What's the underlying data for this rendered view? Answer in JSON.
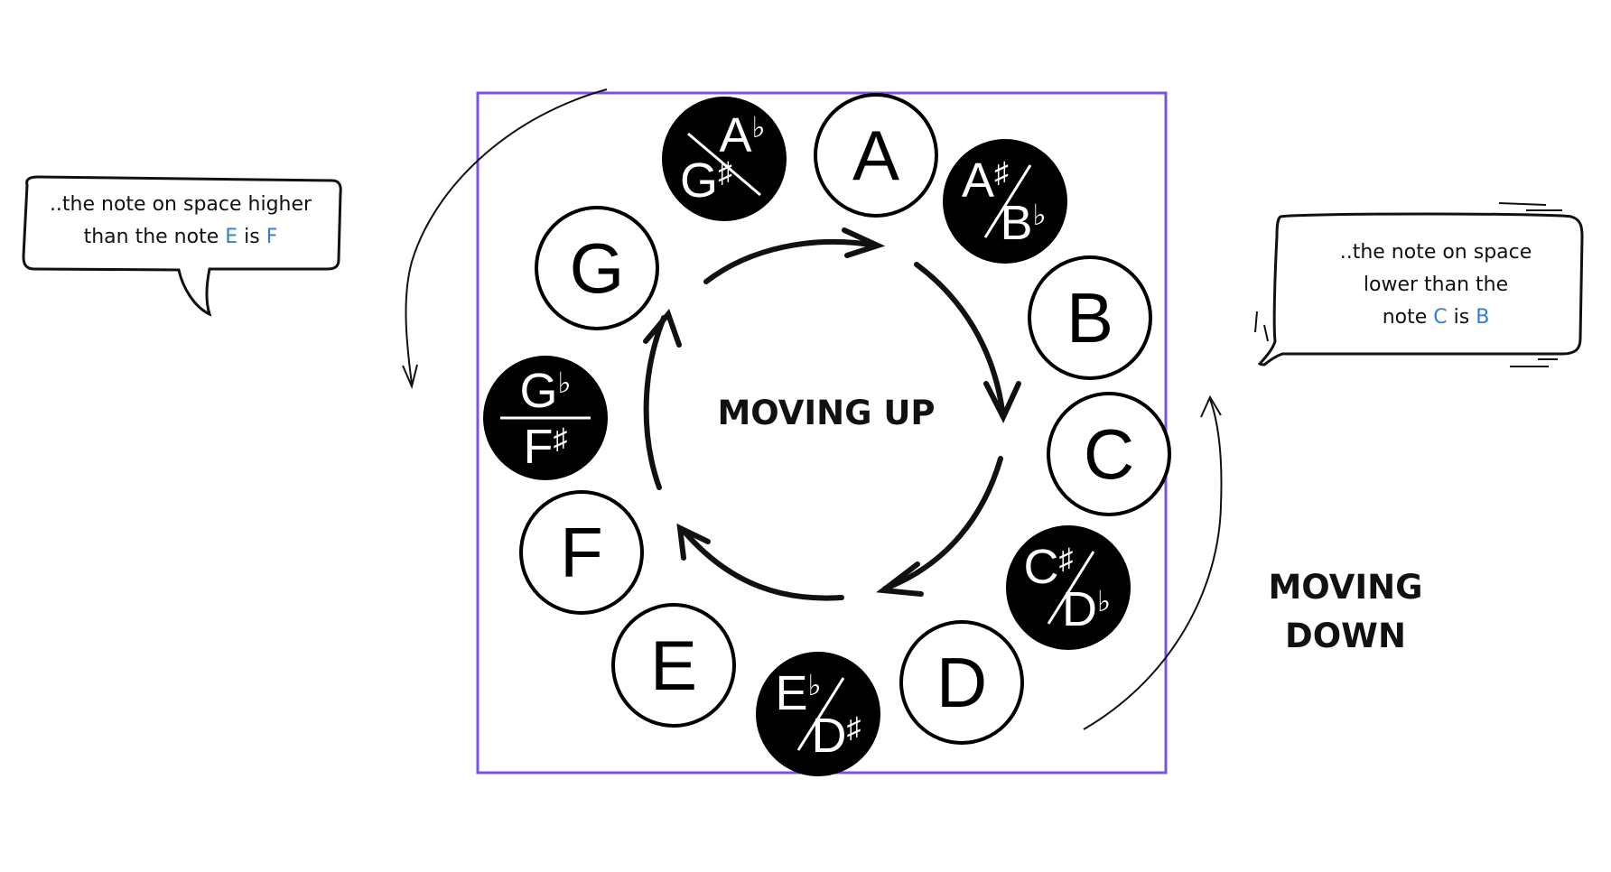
{
  "center_label": "MOVING UP",
  "side_label": [
    "MOVING",
    "DOWN"
  ],
  "frame_color": "#7b52e6",
  "highlight_color": "#2f7fd6",
  "bubble_left": {
    "line1": "..the note on space higher",
    "line2_prefix": "than the note",
    "line2_note1": "E",
    "line2_mid": "is",
    "line2_note2": "F"
  },
  "bubble_right": {
    "line1": "..the note on space",
    "line2": "lower than the",
    "line3_prefix": "note",
    "line3_note1": "C",
    "line3_mid": "is",
    "line3_note2": "B"
  },
  "notes": [
    {
      "id": "a",
      "kind": "natural",
      "label": "A"
    },
    {
      "id": "a-sharp",
      "kind": "slash",
      "top": "A",
      "top_acc": "♯",
      "bottom": "B",
      "bottom_acc": "♭"
    },
    {
      "id": "b",
      "kind": "natural",
      "label": "B"
    },
    {
      "id": "c",
      "kind": "natural",
      "label": "C"
    },
    {
      "id": "c-sharp",
      "kind": "slash",
      "top": "C",
      "top_acc": "♯",
      "bottom": "D",
      "bottom_acc": "♭"
    },
    {
      "id": "d",
      "kind": "natural",
      "label": "D"
    },
    {
      "id": "e-flat",
      "kind": "slash",
      "top": "E",
      "top_acc": "♭",
      "bottom": "D",
      "bottom_acc": "♯"
    },
    {
      "id": "e",
      "kind": "natural",
      "label": "E"
    },
    {
      "id": "f",
      "kind": "natural",
      "label": "F"
    },
    {
      "id": "g-flat",
      "kind": "fraction",
      "top": "G",
      "top_acc": "♭",
      "bottom": "F",
      "bottom_acc": "♯"
    },
    {
      "id": "g",
      "kind": "natural",
      "label": "G"
    },
    {
      "id": "a-flat",
      "kind": "backslash",
      "top": "A",
      "top_acc": "♭",
      "bottom": "G",
      "bottom_acc": "♯"
    }
  ]
}
